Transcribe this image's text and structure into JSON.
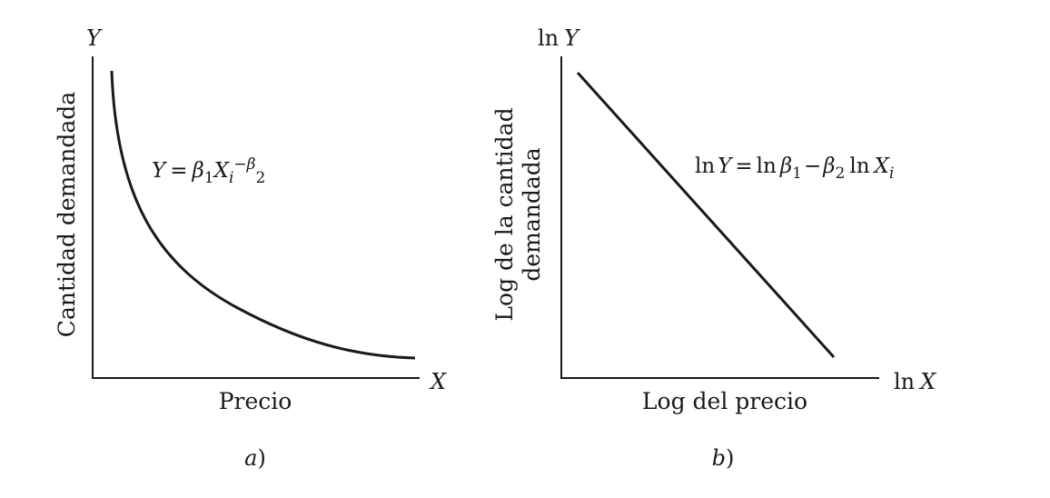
{
  "panel_a": {
    "y_axis_letter": "Y",
    "x_axis_letter": "X",
    "y_label": "Cantidad demandada",
    "x_label": "Precio",
    "equation": {
      "lhs": "Y",
      "eq": "=",
      "beta": "β",
      "sub1": "1",
      "x": "X",
      "sub_i": "i",
      "exp_minus": "−",
      "exp_beta": "β",
      "exp_sub": "2"
    },
    "caption": "a",
    "caption_paren": ")"
  },
  "panel_b": {
    "y_axis_ln": "ln",
    "y_axis_letter": "Y",
    "x_axis_ln": "ln",
    "x_axis_letter": "X",
    "y_label_line1": "Log de la cantidad",
    "y_label_line2": "demandada",
    "x_label": "Log del precio",
    "equation": {
      "ln1": "ln",
      "y": "Y",
      "eq": "=",
      "ln2": "ln",
      "beta1": "β",
      "sub1": "1",
      "minus": "−",
      "beta2": "β",
      "sub2": "2",
      "ln3": "ln",
      "x": "X",
      "sub_i": "i"
    },
    "caption": "b",
    "caption_paren": ")"
  }
}
